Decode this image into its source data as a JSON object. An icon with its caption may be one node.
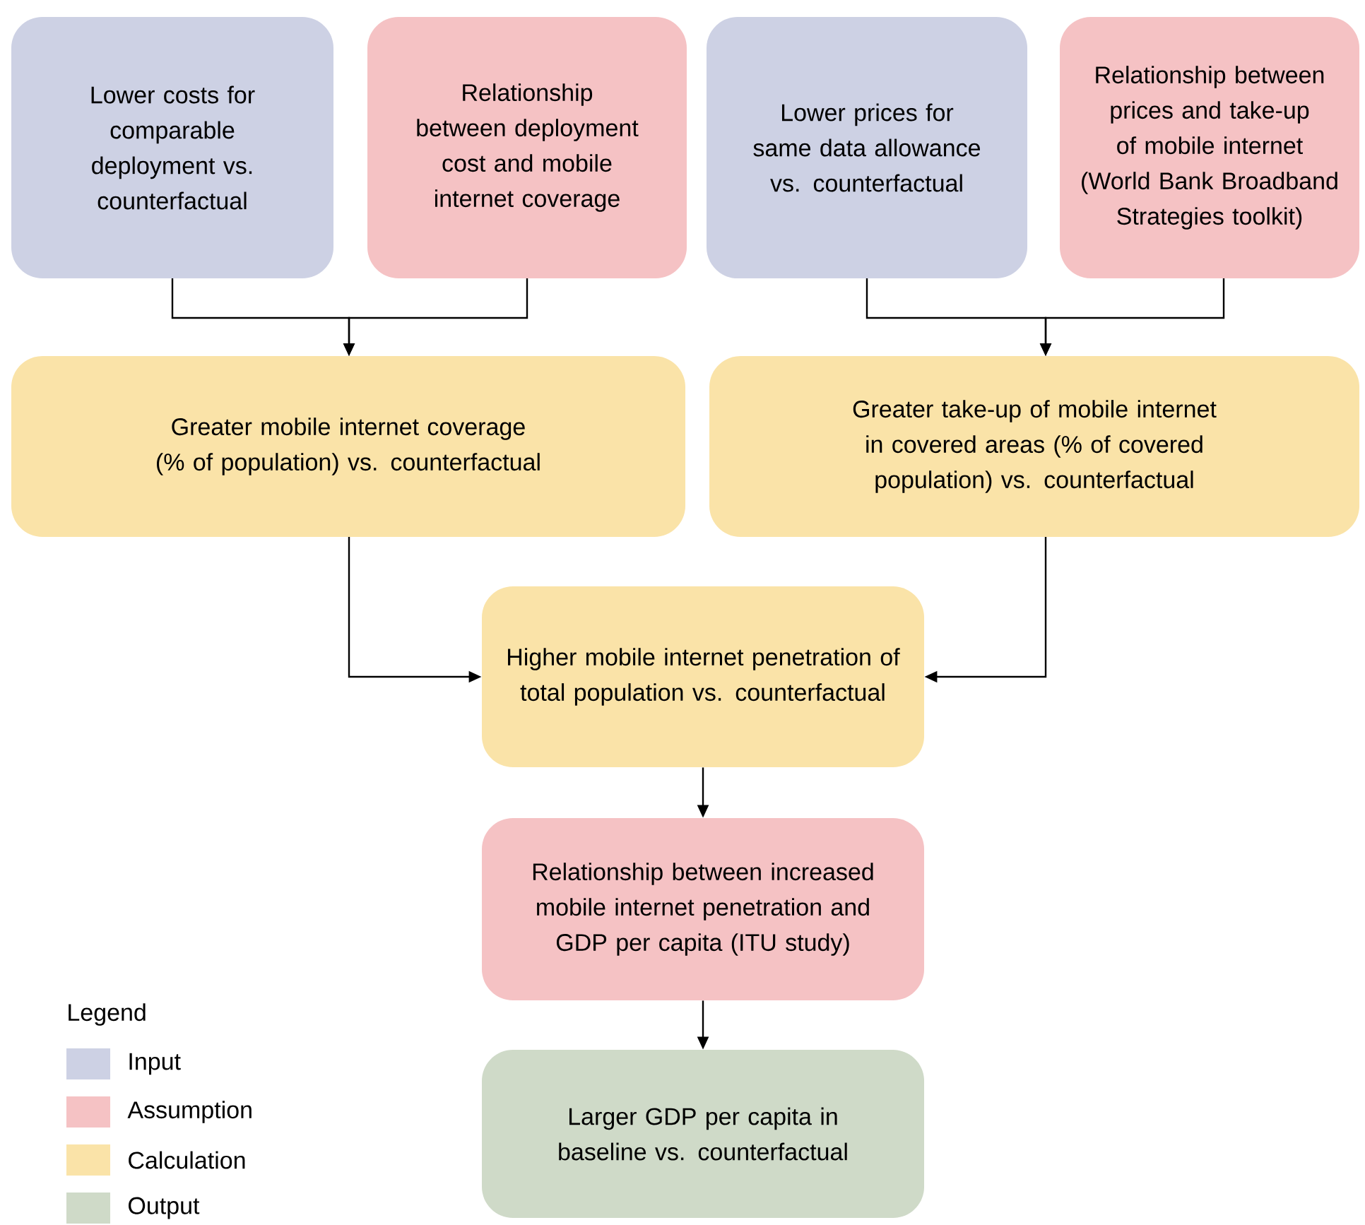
{
  "diagram": {
    "nodes": [
      {
        "text": [
          "Lower costs for comparable deployment vs. counterfactual"
        ]
      },
      {
        "text": [
          "Relationship between deployment cost and mobile internet coverage"
        ]
      },
      {
        "text": [
          "Lower prices for same data allowance vs. counterfactual"
        ]
      },
      {
        "text": [
          "Relationship between prices and take-up of mobile internet (World Bank Broadband Strategies toolkit)"
        ]
      },
      {
        "text": [
          "Greater mobile internet coverage (% of population) vs. counterfactual"
        ]
      },
      {
        "text": [
          "Greater take-up of mobile internet in covered areas (% of covered population) vs. counterfactual"
        ]
      },
      {
        "text": [
          "Higher mobile internet penetration of total population vs. counterfactual"
        ]
      },
      {
        "text": [
          "Relationship between increased mobile internet penetration and GDP per capita (ITU study)"
        ]
      },
      {
        "text": [
          "Larger GDP per capita in baseline vs. counterfactual"
        ]
      }
    ],
    "edges": [
      {
        "from": 0,
        "to": 4,
        "arrow": "to"
      },
      {
        "from": 1,
        "to": 4,
        "arrow": "to"
      },
      {
        "from": 2,
        "to": 5,
        "arrow": "to"
      },
      {
        "from": 3,
        "to": 5,
        "arrow": "to"
      },
      {
        "from": 4,
        "to": 6,
        "arrow": "to"
      },
      {
        "from": 5,
        "to": 6,
        "arrow": "to"
      },
      {
        "from": 6,
        "to": 7,
        "arrow": "to"
      },
      {
        "from": 7,
        "to": 8,
        "arrow": "to"
      }
    ],
    "labels": [
      "Legend"
    ],
    "legend": [
      {
        "text": "Input",
        "color": "#cdd1e4"
      },
      {
        "text": "Assumption",
        "color": "#f5c2c4"
      },
      {
        "text": "Calculation",
        "color": "#fae3a8"
      },
      {
        "text": "Output",
        "color": "#cfdac8"
      }
    ]
  }
}
